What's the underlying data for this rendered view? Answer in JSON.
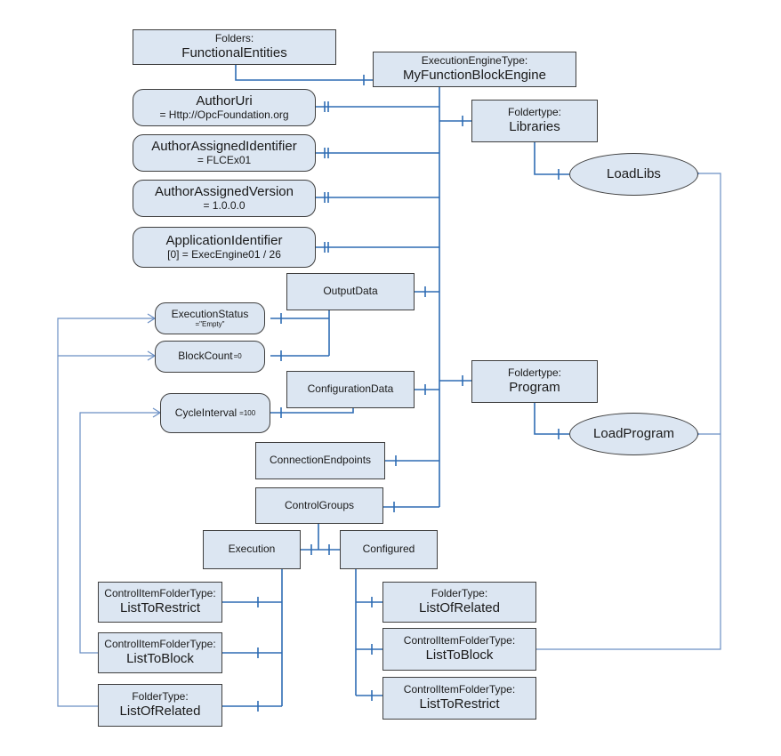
{
  "nodes": {
    "folders_functional": {
      "line1": "Folders:",
      "line2": "FunctionalEntities"
    },
    "engine": {
      "line1": "ExecutionEngineType:",
      "line2": "MyFunctionBlockEngine"
    },
    "author_uri": {
      "line1": "AuthorUri",
      "line2": "= Http://OpcFoundation.org"
    },
    "author_assigned_identifier": {
      "line1": "AuthorAssignedIdentifier",
      "line2": "= FLCEx01"
    },
    "author_assigned_version": {
      "line1": "AuthorAssignedVersion",
      "line2": "= 1.0.0.0"
    },
    "application_identifier": {
      "line1": "ApplicationIdentifier",
      "line2": "[0] = ExecEngine01 / 26"
    },
    "libraries": {
      "line1": "Foldertype:",
      "line2": "Libraries"
    },
    "load_libs": {
      "label": "LoadLibs"
    },
    "output_data": {
      "label": "OutputData"
    },
    "execution_status": {
      "line1": "ExecutionStatus",
      "line2": "=\"Empty\""
    },
    "block_count": {
      "line1": "BlockCount",
      "line2": "=0"
    },
    "configuration_data": {
      "label": "ConfigurationData"
    },
    "program": {
      "line1": "Foldertype:",
      "line2": "Program"
    },
    "load_program": {
      "label": "LoadProgram"
    },
    "cycle_interval": {
      "line1": "CycleInterval",
      "line2": "=100"
    },
    "connection_endpoints": {
      "label": "ConnectionEndpoints"
    },
    "control_groups": {
      "label": "ControlGroups"
    },
    "execution": {
      "label": "Execution"
    },
    "configured": {
      "label": "Configured"
    },
    "exec_list_to_restrict": {
      "line1": "ControlItemFolderType:",
      "line2": "ListToRestrict"
    },
    "exec_list_to_block": {
      "line1": "ControlItemFolderType:",
      "line2": "ListToBlock"
    },
    "exec_list_of_related": {
      "line1": "FolderType:",
      "line2": "ListOfRelated"
    },
    "conf_list_of_related": {
      "line1": "FolderType:",
      "line2": "ListOfRelated"
    },
    "conf_list_to_block": {
      "line1": "ControlItemFolderType:",
      "line2": "ListToBlock"
    },
    "conf_list_to_restrict": {
      "line1": "ControlItemFolderType:",
      "line2": "ListToRestrict"
    }
  },
  "colors": {
    "node_fill": "#dce6f2",
    "node_border": "#3f3f3f",
    "connector_main": "#2e6cb4",
    "connector_reference": "#6b8fc4"
  }
}
